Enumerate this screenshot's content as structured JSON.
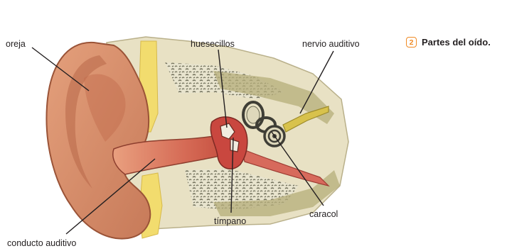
{
  "figure": {
    "labels": {
      "oreja": "oreja",
      "huesecillos": "huesecillos",
      "nervio": "nervio auditivo",
      "conducto": "conducto auditivo",
      "timpano": "tímpano",
      "caracol": "caracol"
    }
  },
  "caption": {
    "number": "2",
    "text": "Partes del oído."
  },
  "colors": {
    "skin": "#d98c6a",
    "skin_dark": "#a85a3c",
    "cartilage": "#f2dc6e",
    "bone": "#d4cfa6",
    "canal": "#c9503f",
    "accent": "#f08a24"
  }
}
